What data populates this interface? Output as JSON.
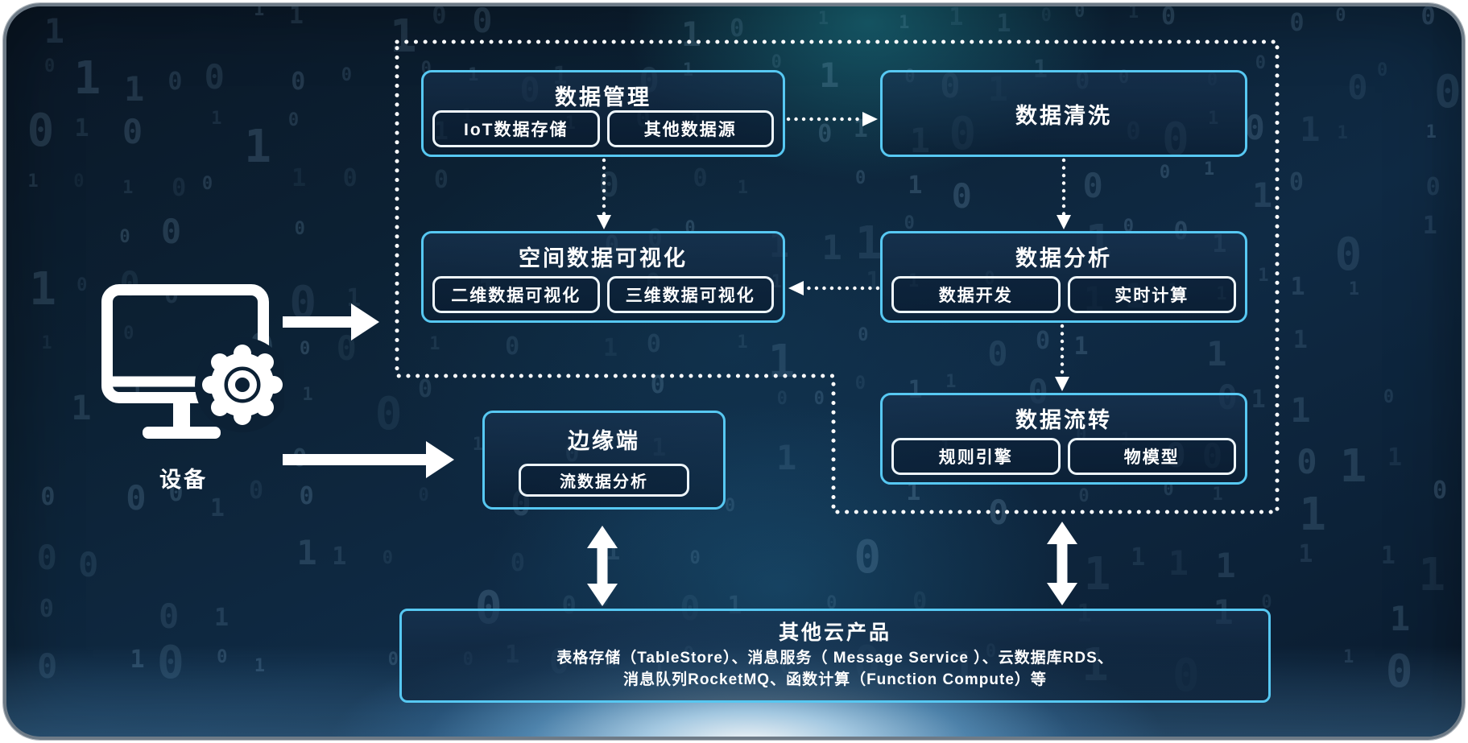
{
  "device": {
    "label": "设备"
  },
  "nodes": {
    "data_management": {
      "title": "数据管理",
      "items": [
        "IoT数据存储",
        "其他数据源"
      ]
    },
    "data_cleaning": {
      "title": "数据清洗"
    },
    "spatial_visualization": {
      "title": "空间数据可视化",
      "items": [
        "二维数据可视化",
        "三维数据可视化"
      ]
    },
    "data_analysis": {
      "title": "数据分析",
      "items": [
        "数据开发",
        "实时计算"
      ]
    },
    "data_flow": {
      "title": "数据流转",
      "items": [
        "规则引擎",
        "物模型"
      ]
    },
    "edge": {
      "title": "边缘端",
      "items": [
        "流数据分析"
      ]
    },
    "cloud_products": {
      "title": "其他云产品",
      "lines": [
        "表格存储（TableStore）、消息服务（ Message Service ）、云数据库RDS、",
        "消息队列RocketMQ、函数计算（Function Compute）等"
      ]
    }
  },
  "colors": {
    "node_border": "#57c8f2",
    "chip_border": "#eef6fb",
    "connector": "#ffffff"
  },
  "background": {
    "binary_chars": [
      "0",
      "1"
    ]
  }
}
